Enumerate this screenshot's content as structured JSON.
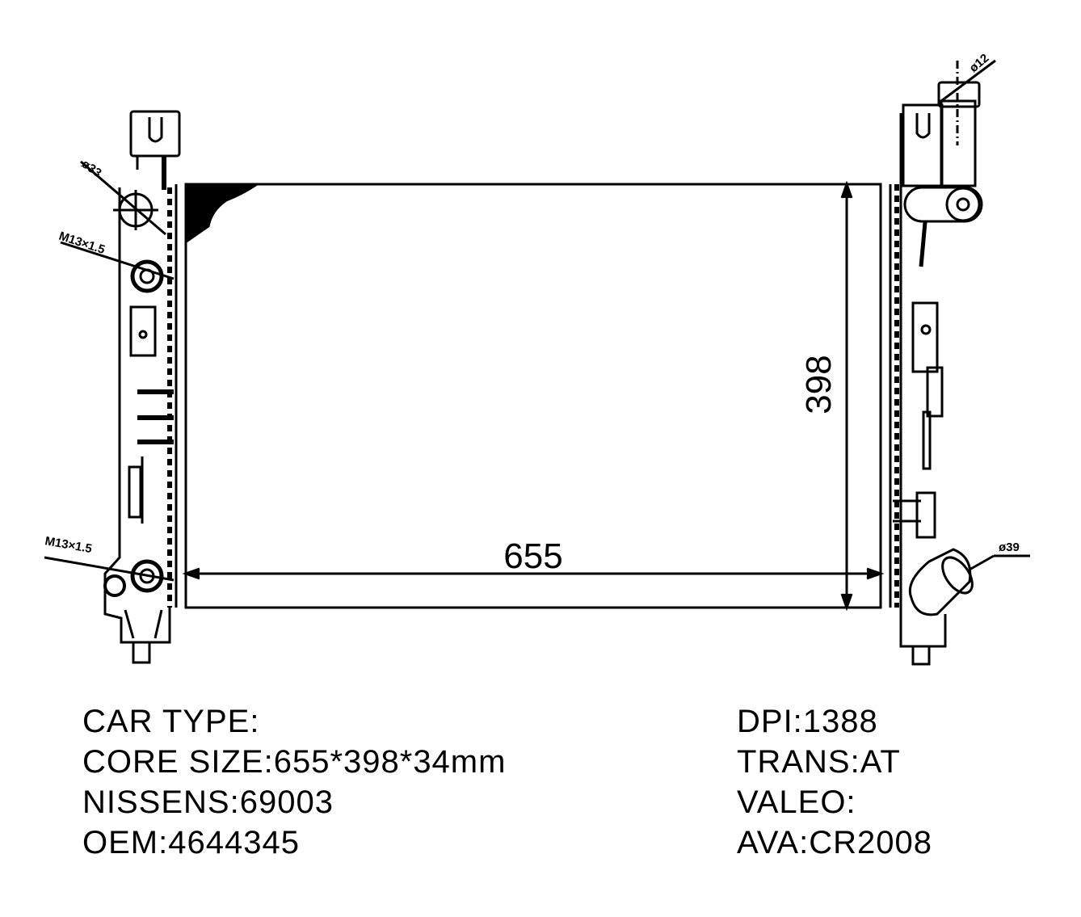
{
  "drawing": {
    "width_dimension": "655",
    "height_dimension": "398",
    "callouts": {
      "inlet_diameter": "ø33",
      "drain_thread_top": "M13×1.5",
      "drain_thread_bottom": "M13×1.5",
      "cap_diameter": "ø12",
      "outlet_diameter": "ø39"
    }
  },
  "specs_left": [
    {
      "label": "CAR TYPE:",
      "value": ""
    },
    {
      "label": "CORE SIZE:",
      "value": "655*398*34mm"
    },
    {
      "label": "NISSENS:",
      "value": "69003"
    },
    {
      "label": "OEM:",
      "value": "4644345"
    }
  ],
  "specs_right": [
    {
      "label": "DPI:",
      "value": "1388"
    },
    {
      "label": "TRANS:",
      "value": "AT"
    },
    {
      "label": "VALEO:",
      "value": ""
    },
    {
      "label": "AVA:",
      "value": "CR2008"
    }
  ]
}
